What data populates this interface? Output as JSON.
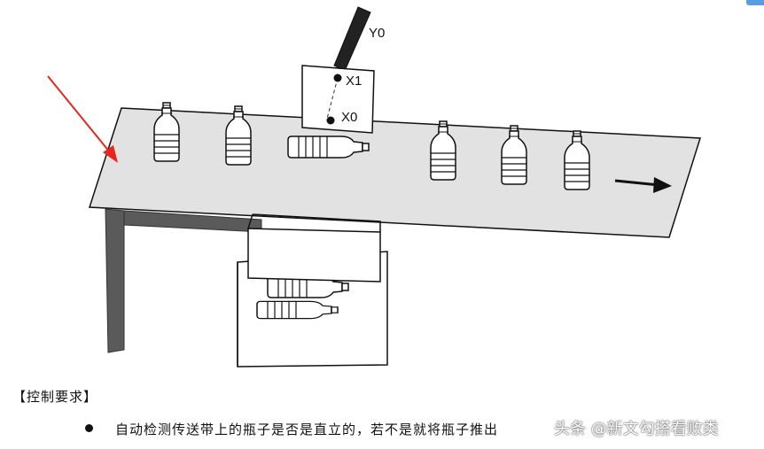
{
  "figure": {
    "labels": {
      "y0": "Y0",
      "x1": "X1",
      "x0": "X0"
    }
  },
  "text": {
    "section_title": "【控制要求】",
    "bullet_text": "自动检测传送带上的瓶子是否是直立的，若不是就将瓶子推出",
    "watermark": "头条 @新文勾搭看败类"
  },
  "colors": {
    "belt": "#e2e2e2",
    "leg": "#5a5a5a",
    "arrow": "#e8261e",
    "outline": "#111111"
  }
}
